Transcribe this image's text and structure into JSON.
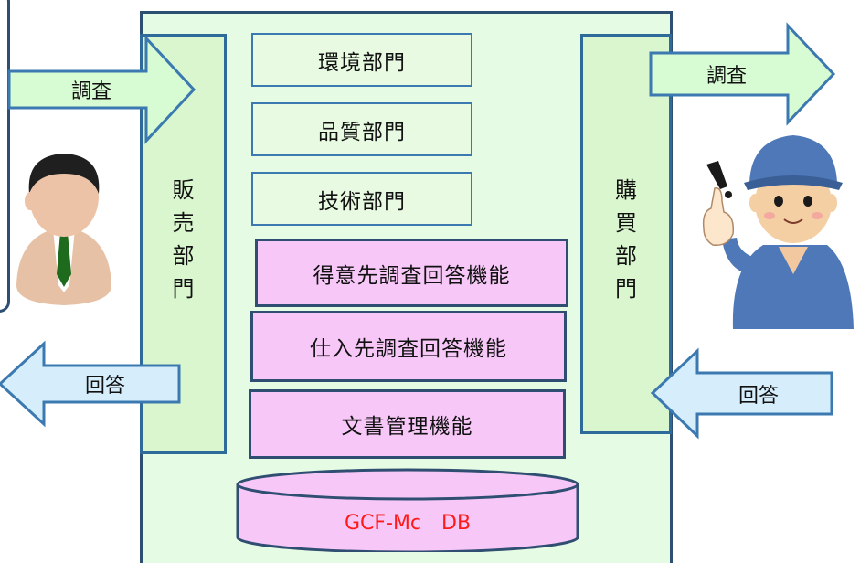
{
  "arrows": {
    "left_survey": "調査",
    "right_survey": "調査",
    "left_answer": "回答",
    "right_answer": "回答"
  },
  "departments": {
    "sales": [
      "販",
      "売",
      "部",
      "門"
    ],
    "purchasing": [
      "購",
      "買",
      "部",
      "門"
    ]
  },
  "green_boxes": [
    "環境部門",
    "品質部門",
    "技術部門"
  ],
  "pink_boxes": [
    "得意先調査回答機能",
    "仕入先調査回答機能",
    "文書管理機能"
  ],
  "database": {
    "label": "GCF-Mc　DB",
    "color": "#ff1a1a"
  },
  "colors": {
    "arrow_green": "#d7fbd2",
    "arrow_blue": "#d6eefc",
    "pink": "#f7c8f7",
    "border_blue": "#2d4f72"
  }
}
